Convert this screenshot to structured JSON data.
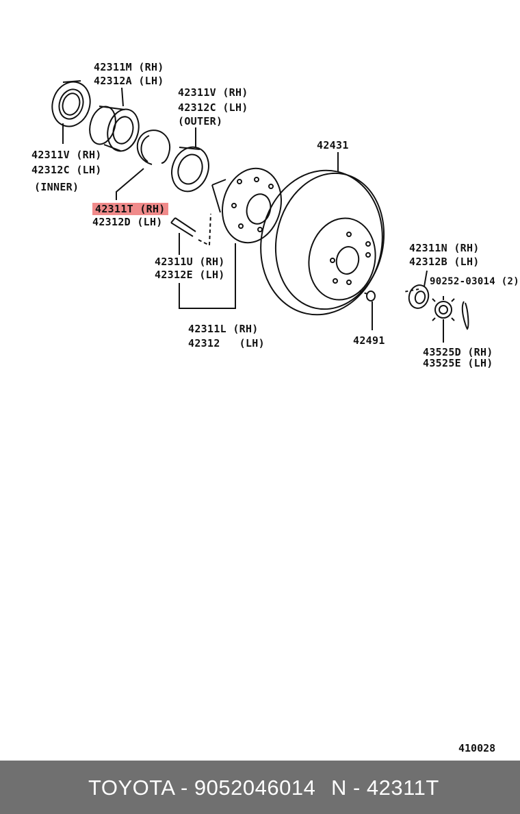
{
  "labels": {
    "m_rh": "42311M (RH)",
    "a_lh": "42312A (LH)",
    "v_rh_outer": "42311V (RH)",
    "c_lh_outer": "42312C (LH)",
    "outer_note": "(OUTER)",
    "v_rh_inner": "42311V (RH)",
    "c_lh_inner": "42312C (LH)",
    "inner_note": "(INNER)",
    "t_rh": "42311T (RH)",
    "d_lh": "42312D (LH)",
    "disc": "42431",
    "u_rh": "42311U (RH)",
    "e_lh": "42312E (LH)",
    "l_rh": "42311L (RH)",
    "hub_lh": "42312   (LH)",
    "n_rh": "42311N (RH)",
    "b_lh": "42312B (LH)",
    "cotter": "90252-03014 (2)",
    "bolt": "42491",
    "d_rh": "43525D (RH)",
    "e2_lh": "43525E (LH)"
  },
  "diagram_code": "410028",
  "highlight_color": "#f08a8a",
  "footer": {
    "brand_part": "TOYOTA - 9052046014",
    "ref": "N - 42311T",
    "background": "#707070"
  }
}
